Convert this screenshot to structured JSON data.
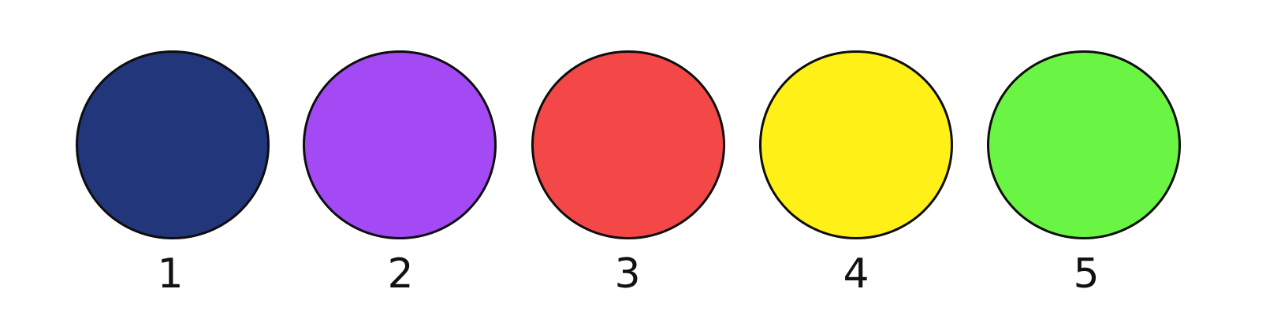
{
  "circles": [
    {
      "label": "1",
      "color": "#22367c"
    },
    {
      "label": "2",
      "color": "#a34af4"
    },
    {
      "label": "3",
      "color": "#f44848"
    },
    {
      "label": "4",
      "color": "#fff018"
    },
    {
      "label": "5",
      "color": "#6af545"
    }
  ]
}
